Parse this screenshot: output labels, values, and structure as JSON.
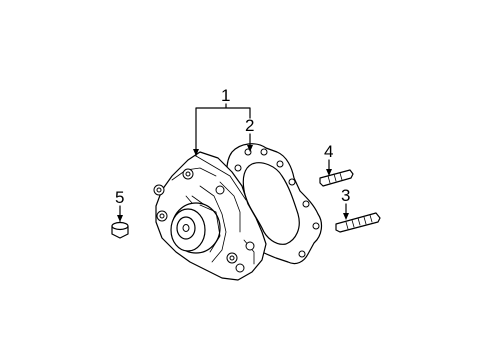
{
  "callouts": {
    "c1": "1",
    "c2": "2",
    "c3": "3",
    "c4": "4",
    "c5": "5"
  },
  "parts": {
    "p1": "water-pump-assembly",
    "p2": "gasket",
    "p3": "stud",
    "p4": "stud",
    "p5": "plug"
  }
}
